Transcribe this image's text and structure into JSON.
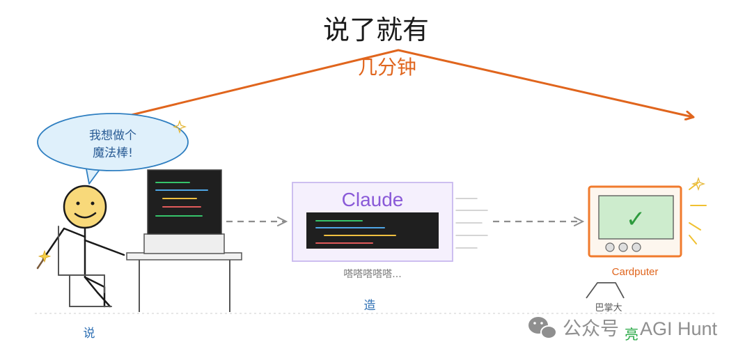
{
  "title": "说了就有",
  "time_label": "几分钟",
  "speech_bubble": {
    "line1": "我想做个",
    "line2": "魔法棒!"
  },
  "stages": {
    "say": "说",
    "build": "造",
    "typing": "嗒嗒嗒嗒嗒...",
    "palm_size": "巴掌大"
  },
  "claude_label": "Claude",
  "device_label": "Cardputer",
  "check_mark": "✓",
  "watermark": {
    "prefix": "公众号",
    "marker": "亮",
    "name": "AGI Hunt"
  },
  "colors": {
    "arrow": "#e0651d",
    "claude": "#8a5ad8",
    "device_frame": "#f07a2c",
    "screen": "#cdeccd",
    "check": "#2e9b3e",
    "bubble_fill": "#dff0fb",
    "bubble_stroke": "#2f7fc1"
  },
  "code_line_colors": [
    "#36c46b",
    "#4ea6e6",
    "#f0c040",
    "#e15b5b",
    "#36c46b"
  ]
}
